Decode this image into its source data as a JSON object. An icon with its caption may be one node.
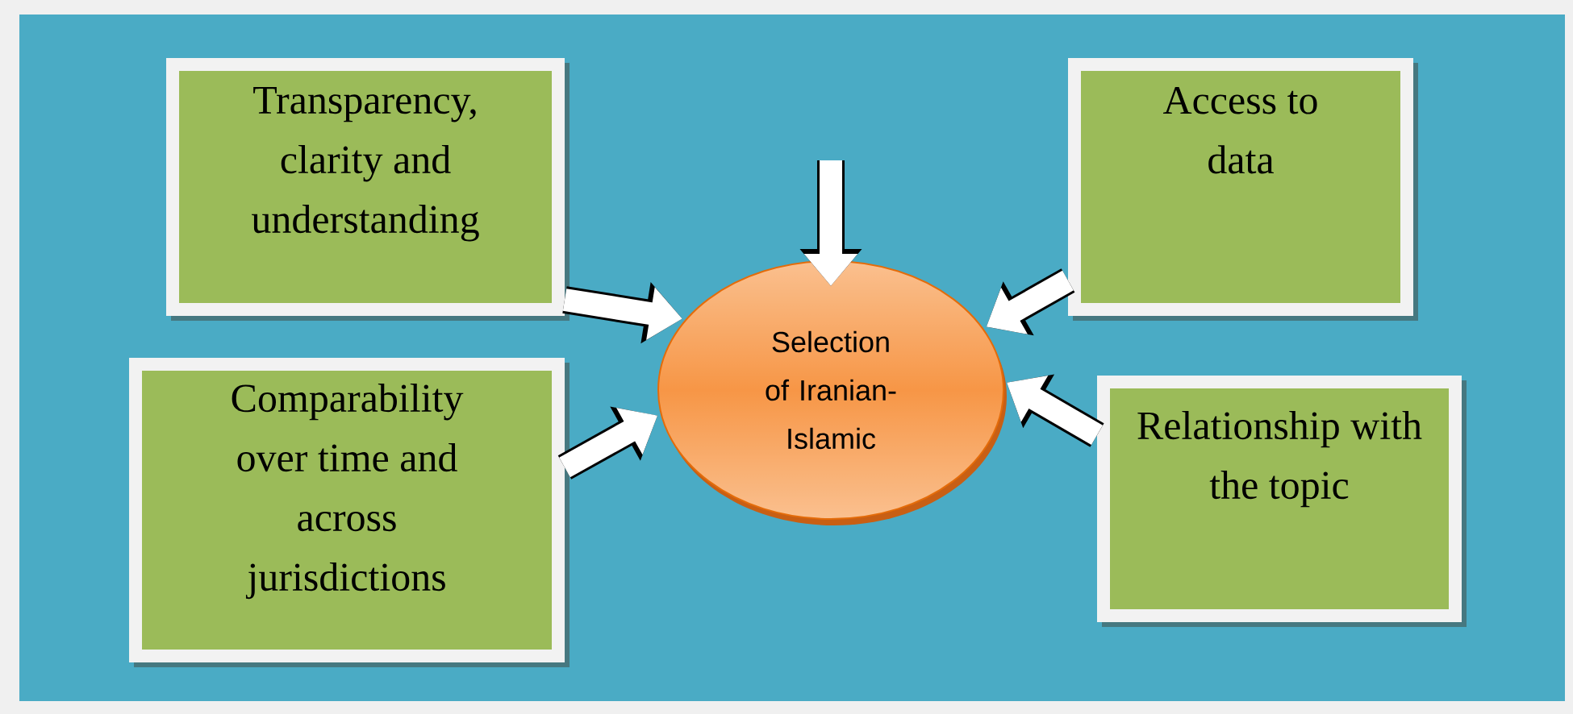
{
  "diagram": {
    "nodes": [
      {
        "text": [
          "Transparency, clarity and understanding"
        ]
      },
      {
        "text": [
          "Access to data"
        ]
      },
      {
        "text": [
          "Selection of Iranian-Islamic"
        ]
      },
      {
        "text": [
          "Comparability over time and across jurisdictions"
        ]
      },
      {
        "text": [
          "Relationship with the topic"
        ]
      }
    ],
    "edges": [
      {
        "from": 0,
        "to": 2,
        "arrow": "to"
      },
      {
        "from": 1,
        "to": 2,
        "arrow": "to"
      },
      {
        "from": 3,
        "to": 2,
        "arrow": "to"
      },
      {
        "from": 4,
        "to": 2,
        "arrow": "to"
      },
      {
        "from": null,
        "to": 2,
        "arrow": "to"
      }
    ]
  }
}
